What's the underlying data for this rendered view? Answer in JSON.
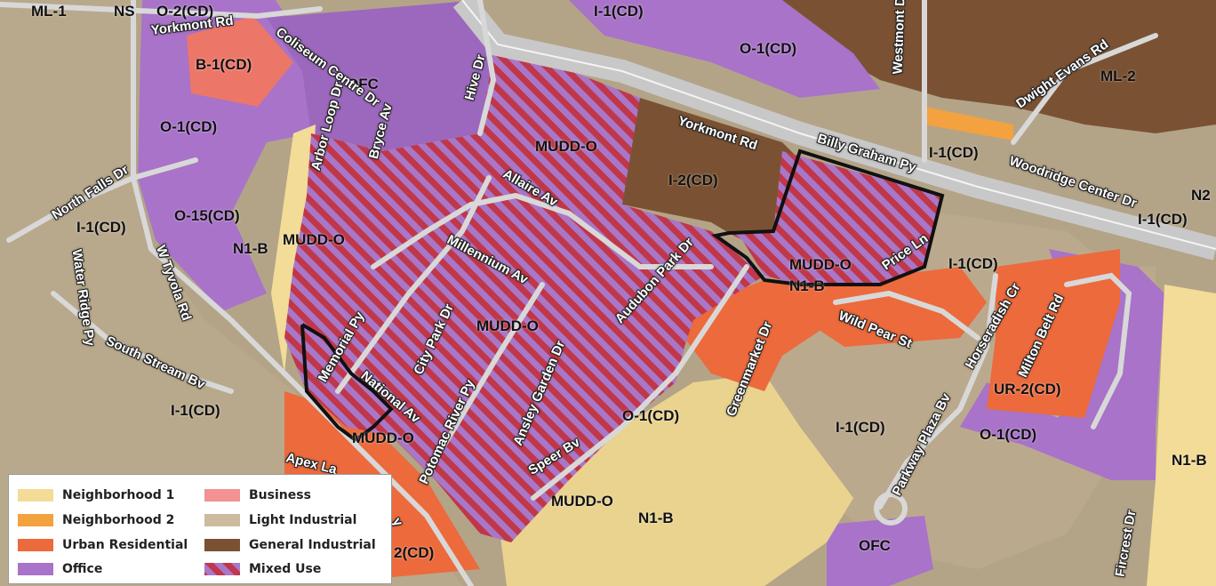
{
  "colors": {
    "neighborhood1": "#f2dc97",
    "neighborhood2": "#f4a13f",
    "urban_residential": "#ec6a3c",
    "office": "#a873c9",
    "business": "#f29292",
    "light_industrial": "#cdbb9f",
    "general_industrial": "#7a5233",
    "mixed_stripe_a": "#c0374a",
    "mixed_stripe_b": "#a977c7",
    "road": "#d8d8d8",
    "boundary": "#111111"
  },
  "zone_labels": [
    {
      "text": "ML-1"
    },
    {
      "text": "NS"
    },
    {
      "text": "O-2(CD)"
    },
    {
      "text": "I-1(CD)"
    },
    {
      "text": "O-1(CD)"
    },
    {
      "text": "B-1(CD)"
    },
    {
      "text": "OFC"
    },
    {
      "text": "ML-2"
    },
    {
      "text": "O-1(CD)"
    },
    {
      "text": "MUDD-O"
    },
    {
      "text": "I-2(CD)"
    },
    {
      "text": "I-1(CD)"
    },
    {
      "text": "O-15(CD)"
    },
    {
      "text": "N2"
    },
    {
      "text": "I-1(CD)"
    },
    {
      "text": "I-1(CD)"
    },
    {
      "text": "N1-B"
    },
    {
      "text": "MUDD-O"
    },
    {
      "text": "MUDD-O"
    },
    {
      "text": "I-1(CD)"
    },
    {
      "text": "N1-B"
    },
    {
      "text": "MUDD-O"
    },
    {
      "text": "UR-2(CD)"
    },
    {
      "text": "I-1(CD)"
    },
    {
      "text": "O-1(CD)"
    },
    {
      "text": "I-1(CD)"
    },
    {
      "text": "O-1(CD)"
    },
    {
      "text": "MUDD-O"
    },
    {
      "text": "N1-B"
    },
    {
      "text": "MUDD-O"
    },
    {
      "text": "N1-B"
    },
    {
      "text": "OFC"
    },
    {
      "text": "2(CD)"
    }
  ],
  "street_labels": [
    {
      "text": "Yorkmont Rd"
    },
    {
      "text": "Coliseum Centre Dr"
    },
    {
      "text": "Hive Dr"
    },
    {
      "text": "Westmont Dr"
    },
    {
      "text": "Dwight Evans Rd"
    },
    {
      "text": "Yorkmont Rd"
    },
    {
      "text": "Billy Graham Py"
    },
    {
      "text": "Woodridge Center Dr"
    },
    {
      "text": "Arbor Loop Dr"
    },
    {
      "text": "Bryce Av"
    },
    {
      "text": "Allaire Av"
    },
    {
      "text": "North Falls Dr"
    },
    {
      "text": "Millennium Av"
    },
    {
      "text": "Audubon Park Dr"
    },
    {
      "text": "Price Ln"
    },
    {
      "text": "W Tyvola Rd"
    },
    {
      "text": "Water Ridge Py"
    },
    {
      "text": "South Stream Bv"
    },
    {
      "text": "Memorial Py"
    },
    {
      "text": "City Park Dr"
    },
    {
      "text": "National Av"
    },
    {
      "text": "Potomac River Py"
    },
    {
      "text": "Ansley Garden Dr"
    },
    {
      "text": "Speer Bv"
    },
    {
      "text": "Greenmarket Dr"
    },
    {
      "text": "Wild Pear St"
    },
    {
      "text": "Horseradish Cr"
    },
    {
      "text": "Milton Belt Rd"
    },
    {
      "text": "Parkway Plaza Bv"
    },
    {
      "text": "Fircrest Dr"
    },
    {
      "text": "Apex La"
    },
    {
      "text": "y"
    }
  ],
  "legend": {
    "items": [
      {
        "label": "Neighborhood 1",
        "color": "neighborhood1"
      },
      {
        "label": "Neighborhood 2",
        "color": "neighborhood2"
      },
      {
        "label": "Urban Residential",
        "color": "urban_residential"
      },
      {
        "label": "Office",
        "color": "office"
      },
      {
        "label": "Business",
        "color": "business"
      },
      {
        "label": "Light Industrial",
        "color": "light_industrial"
      },
      {
        "label": "General Industrial",
        "color": "general_industrial"
      },
      {
        "label": "Mixed Use",
        "color": "mixed"
      }
    ]
  }
}
